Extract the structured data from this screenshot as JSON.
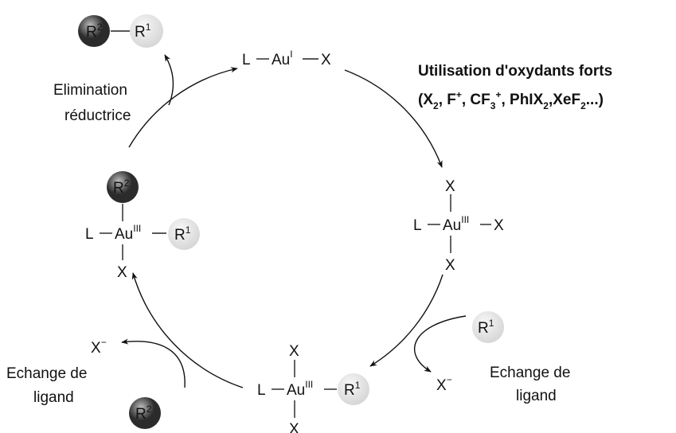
{
  "colors": {
    "r2_sphere_light": "#bdbdbd",
    "r2_sphere_dark": "#2b2b2b",
    "r1_sphere_light": "#f7f7f7",
    "r1_sphere_dark": "#cfcfcf",
    "line": "#111111"
  },
  "product": {
    "r2": "R",
    "r2_sup": "2",
    "r1": "R",
    "r1_sup": "1"
  },
  "top_complex": {
    "l": "L",
    "metal": "Au",
    "ox": "I",
    "x": "X"
  },
  "oxidation": {
    "line1": "Utilisation d'oxydants forts",
    "t_open": "(X",
    "t_open_sub": "2",
    "t_f": ", F",
    "t_f_sup": "+",
    "t_cf": ", CF",
    "t_cf_sub": "3",
    "t_cf_sup": "+",
    "t_ph": ", PhIX",
    "t_ph_sub": "2",
    "t_xe": ",XeF",
    "t_xe_sub": "2",
    "t_end": "...)"
  },
  "right_complex": {
    "x_top": "X",
    "l": "L",
    "metal": "Au",
    "ox": "III",
    "x_right": "X",
    "x_bottom": "X"
  },
  "right_exchange": {
    "r1": "R",
    "r1_sup": "1",
    "x": "X",
    "x_sup": "−",
    "line1": "Echange de",
    "line2": "ligand"
  },
  "bottom_complex": {
    "x_top": "X",
    "l": "L",
    "metal": "Au",
    "ox": "III",
    "r1": "R",
    "r1_sup": "1",
    "x_bottom": "X"
  },
  "left_exchange": {
    "x": "X",
    "x_sup": "−",
    "line1": "Echange de",
    "line2": "ligand",
    "r2": "R",
    "r2_sup": "2"
  },
  "left_complex": {
    "r2": "R",
    "r2_sup": "2",
    "l": "L",
    "metal": "Au",
    "ox": "III",
    "r1": "R",
    "r1_sup": "1",
    "x_bottom": "X"
  },
  "elimination": {
    "line1": "Elimination",
    "line2": "réductrice"
  }
}
